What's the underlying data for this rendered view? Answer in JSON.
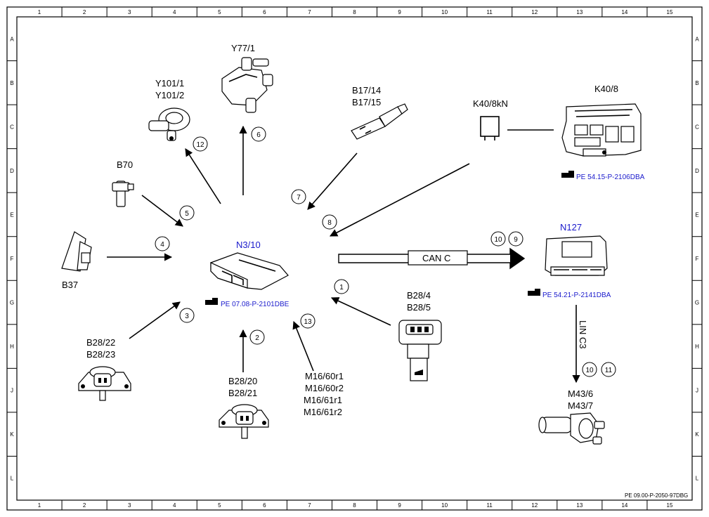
{
  "grid": {
    "columns": [
      "1",
      "2",
      "3",
      "4",
      "5",
      "6",
      "7",
      "8",
      "9",
      "10",
      "11",
      "12",
      "13",
      "14",
      "15"
    ],
    "rows": [
      "A",
      "B",
      "C",
      "D",
      "E",
      "F",
      "G",
      "H",
      "J",
      "K",
      "L"
    ]
  },
  "document_id": "PE 09.00-P-2050-97DBG",
  "center": {
    "label": "N3/10",
    "ref": "PE 07.08-P-2101DBE"
  },
  "components": {
    "y77": "Y77/1",
    "y101a": "Y101/1",
    "y101b": "Y101/2",
    "b17a": "B17/14",
    "b17b": "B17/15",
    "k40kn": "K40/8kN",
    "k40": "K40/8",
    "k40_ref": "PE 54.15-P-2106DBA",
    "b70": "B70",
    "b37": "B37",
    "n127": "N127",
    "n127_ref": "PE 54.21-P-2141DBA",
    "b28_4": "B28/4",
    "b28_5": "B28/5",
    "b28_22": "B28/22",
    "b28_23": "B28/23",
    "b28_20": "B28/20",
    "b28_21": "B28/21",
    "m16a": "M16/60r1",
    "m16b": "M16/60r2",
    "m16c": "M16/61r1",
    "m16d": "M16/61r2",
    "m43a": "M43/6",
    "m43b": "M43/7"
  },
  "buses": {
    "can": "CAN C",
    "lin": "LIN C3"
  },
  "callouts": {
    "c1": "1",
    "c2": "2",
    "c3": "3",
    "c4": "4",
    "c5": "5",
    "c6": "6",
    "c7": "7",
    "c8": "8",
    "c9": "9",
    "c10a": "10",
    "c10b": "10",
    "c11": "11",
    "c12": "12",
    "c13": "13"
  },
  "icons": {
    "reference": "pointing-hand-icon"
  }
}
